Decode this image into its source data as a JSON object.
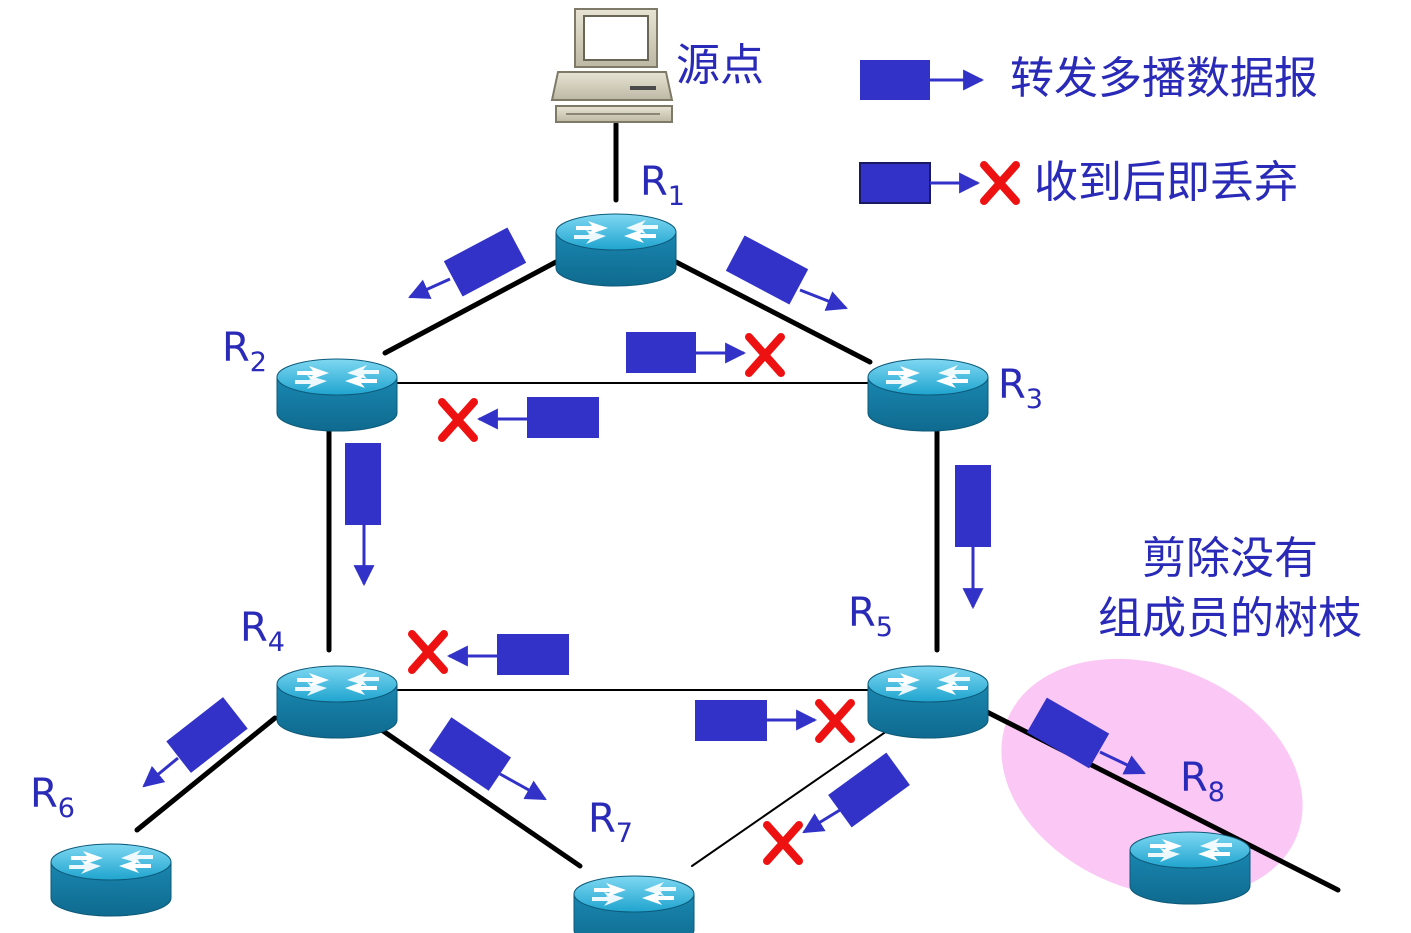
{
  "source": {
    "label": "源点",
    "icon": "computer-icon"
  },
  "legend": {
    "forward_label": "转发多播数据报",
    "discard_label": "收到后即丢弃"
  },
  "routers": [
    {
      "id": "r1",
      "base": "R",
      "sub": "1"
    },
    {
      "id": "r2",
      "base": "R",
      "sub": "2"
    },
    {
      "id": "r3",
      "base": "R",
      "sub": "3"
    },
    {
      "id": "r4",
      "base": "R",
      "sub": "4"
    },
    {
      "id": "r5",
      "base": "R",
      "sub": "5"
    },
    {
      "id": "r6",
      "base": "R",
      "sub": "6"
    },
    {
      "id": "r7",
      "base": "R",
      "sub": "7"
    },
    {
      "id": "r8",
      "base": "R",
      "sub": "8"
    }
  ],
  "prune_note": {
    "line1": "剪除没有",
    "line2": "组成员的树枝"
  },
  "colors": {
    "packet": "#3232c8",
    "arrow": "#3232c8",
    "cross": "#ee1111",
    "label": "#2a2ab8",
    "router_top": "#2fb3d8",
    "router_side": "#1a7fa6",
    "prune_highlight": "#fbc8f6"
  }
}
